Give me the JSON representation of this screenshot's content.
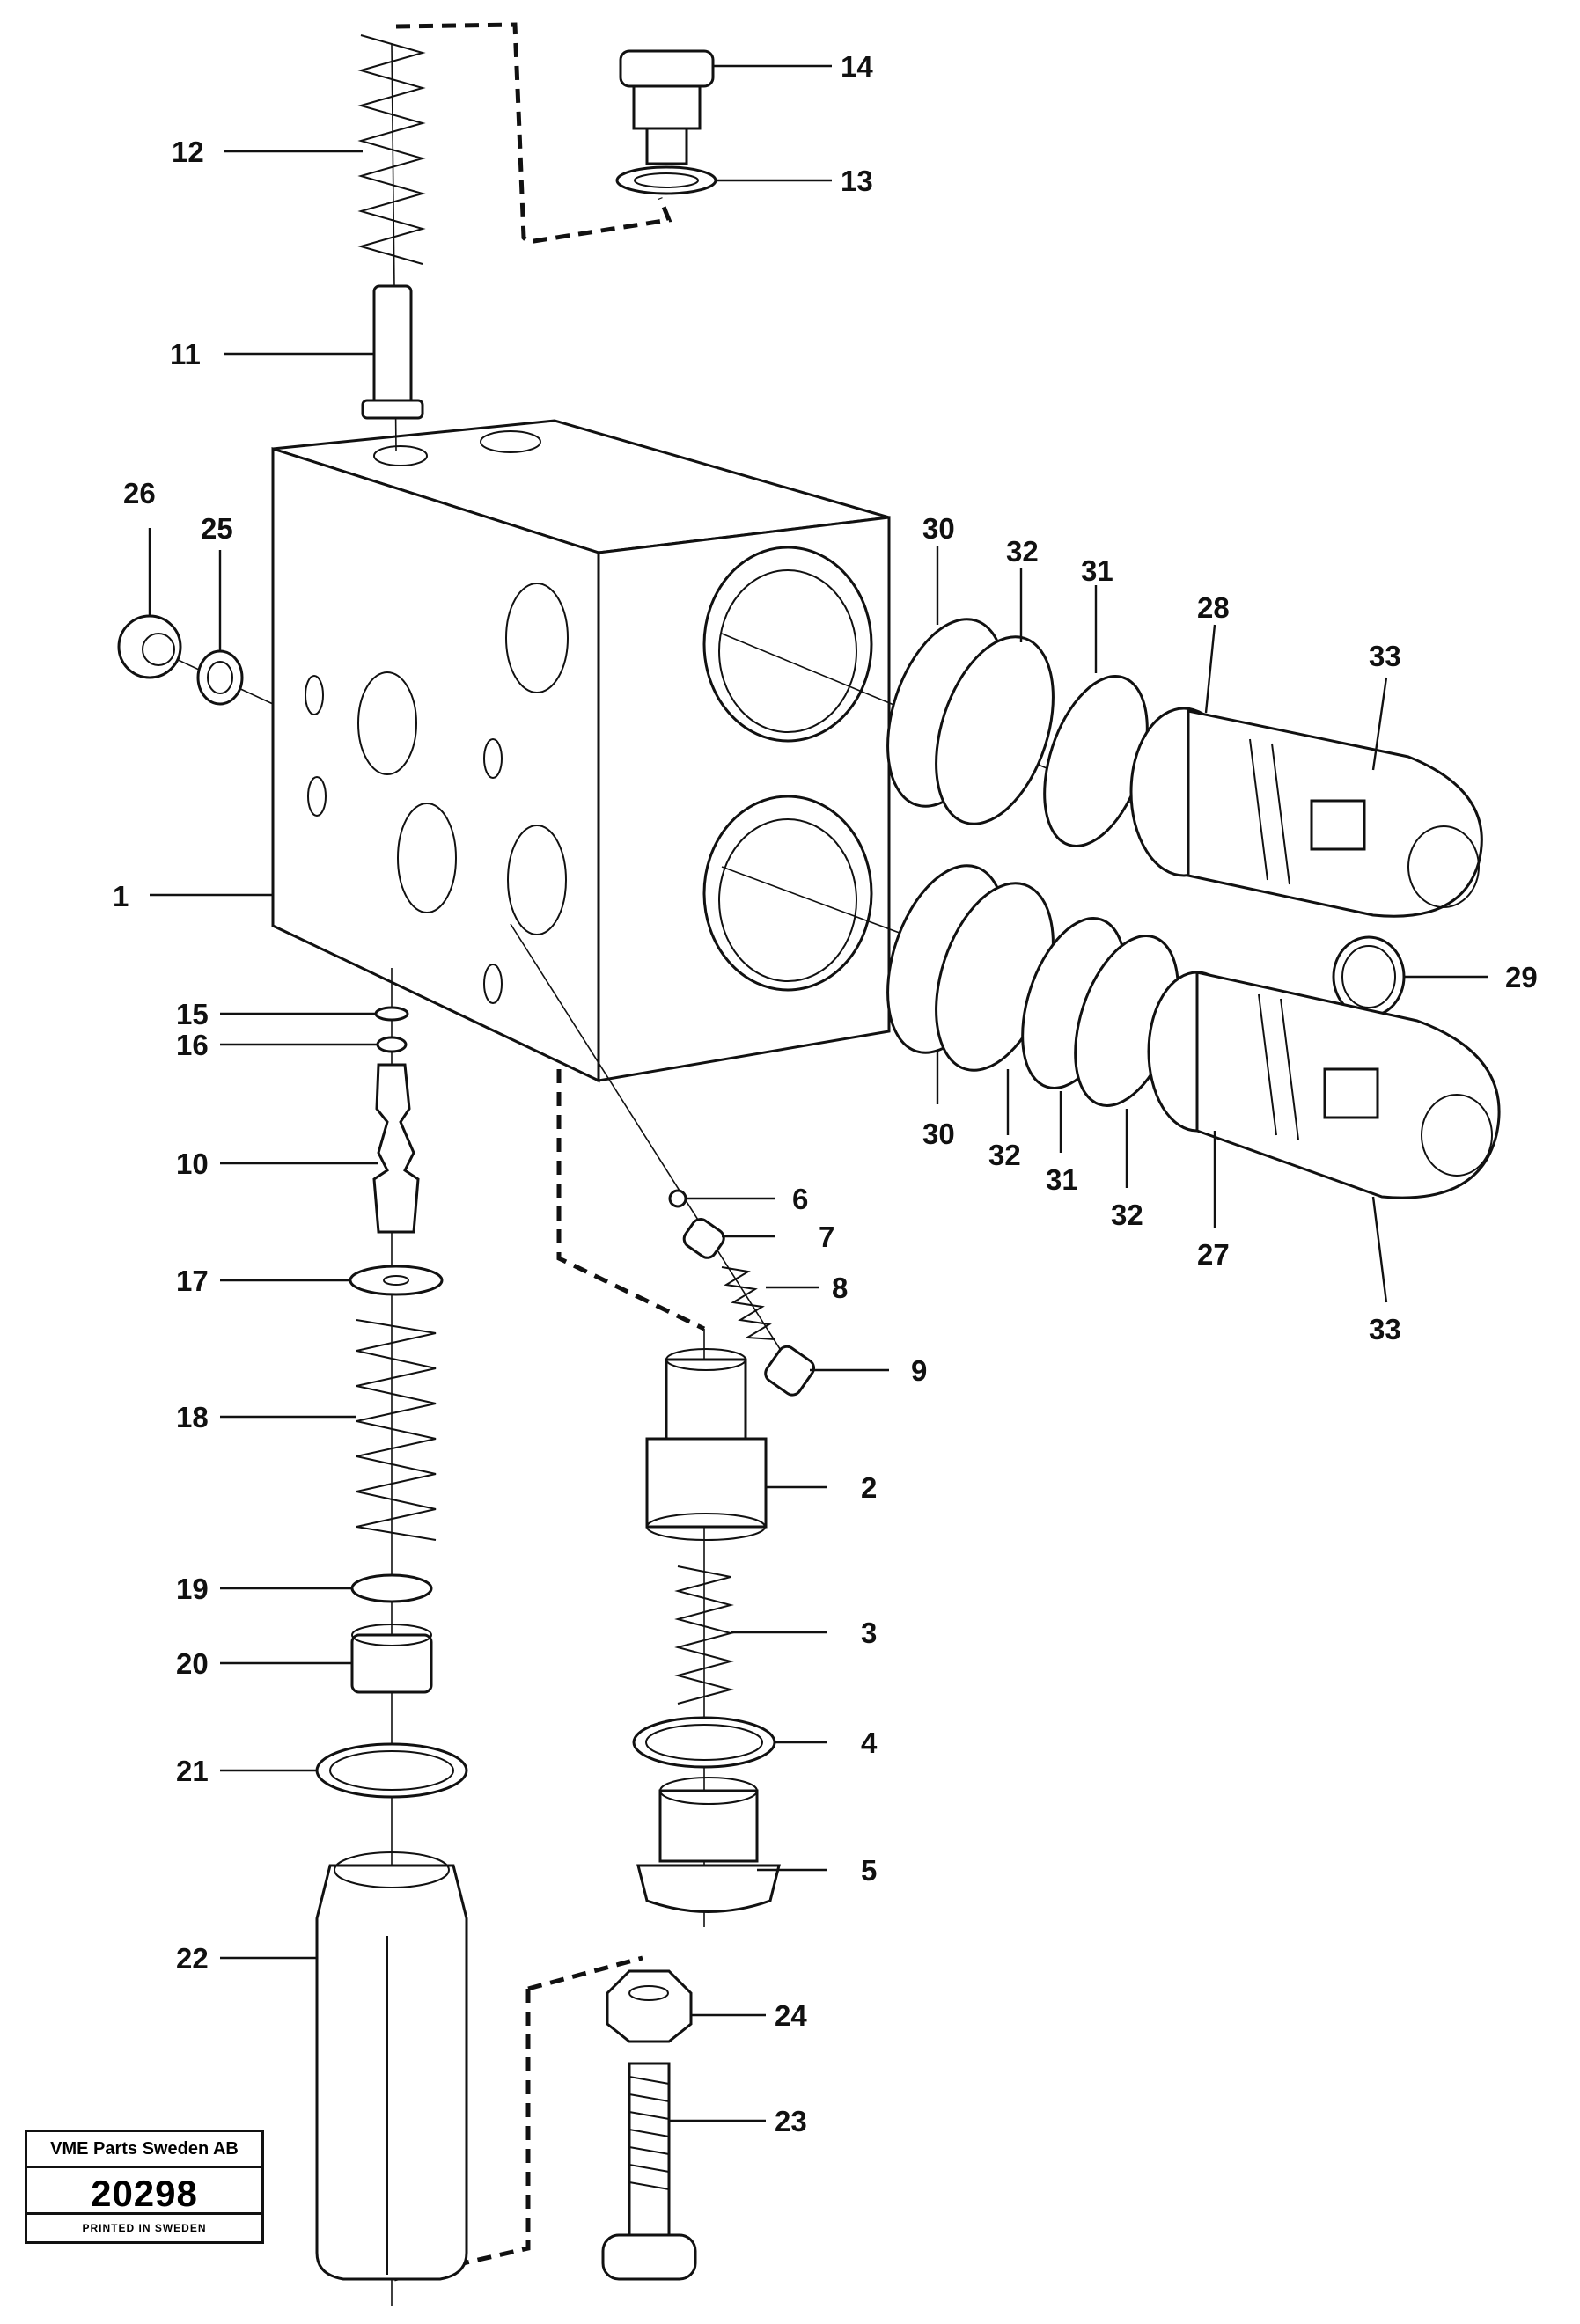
{
  "diagram": {
    "parts": [
      {
        "id": "1"
      },
      {
        "id": "2"
      },
      {
        "id": "3"
      },
      {
        "id": "4"
      },
      {
        "id": "5"
      },
      {
        "id": "6"
      },
      {
        "id": "7"
      },
      {
        "id": "8"
      },
      {
        "id": "9"
      },
      {
        "id": "10"
      },
      {
        "id": "11"
      },
      {
        "id": "12"
      },
      {
        "id": "13"
      },
      {
        "id": "14"
      },
      {
        "id": "15"
      },
      {
        "id": "16"
      },
      {
        "id": "17"
      },
      {
        "id": "18"
      },
      {
        "id": "19"
      },
      {
        "id": "20"
      },
      {
        "id": "21"
      },
      {
        "id": "22"
      },
      {
        "id": "23"
      },
      {
        "id": "24"
      },
      {
        "id": "25"
      },
      {
        "id": "26"
      },
      {
        "id": "27"
      },
      {
        "id": "28"
      },
      {
        "id": "29"
      },
      {
        "id": "30"
      },
      {
        "id": "30"
      },
      {
        "id": "31"
      },
      {
        "id": "31"
      },
      {
        "id": "32"
      },
      {
        "id": "32"
      },
      {
        "id": "32"
      },
      {
        "id": "33"
      },
      {
        "id": "33"
      }
    ]
  },
  "title_block": {
    "company": "VME Parts Sweden AB",
    "document_number": "20298",
    "printed": "PRINTED IN SWEDEN"
  }
}
